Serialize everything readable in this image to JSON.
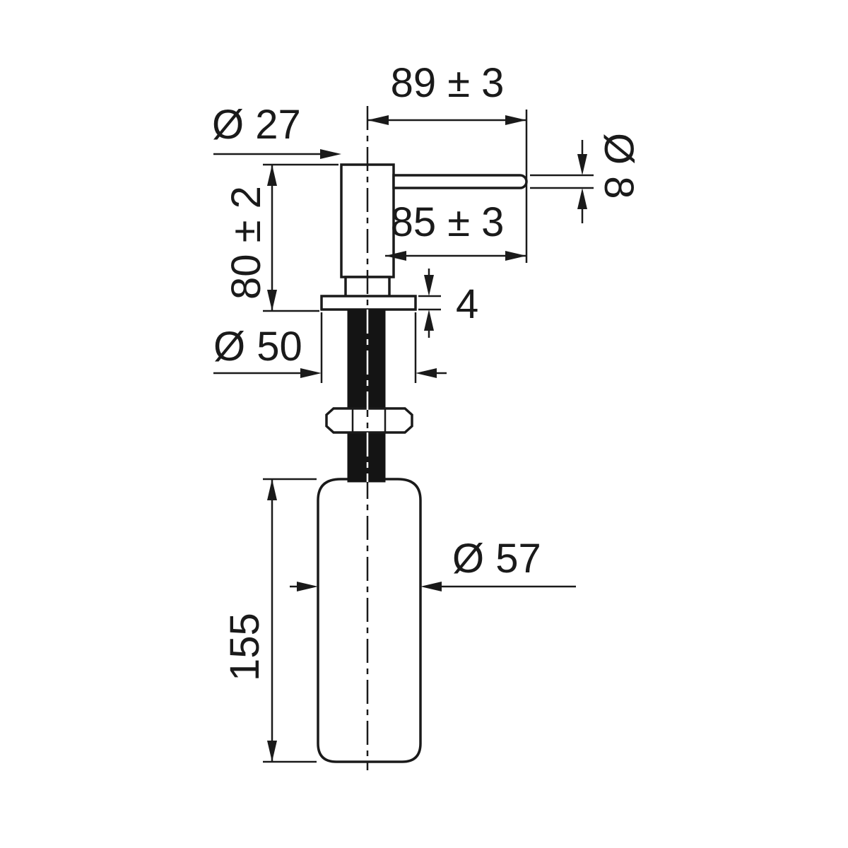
{
  "drawing": {
    "labels": {
      "pump_head_diameter": "Ø 27",
      "spout_reach_upper": "89 ± 3",
      "spout_tube_diameter": "Ø 8",
      "body_height": "80 ± 2",
      "spout_reach_lower": "85 ± 3",
      "flange_thickness": "4",
      "flange_diameter": "Ø 50",
      "bottle_diameter": "Ø 57",
      "bottle_height": "155"
    },
    "colors": {
      "line": "#1a1a1a",
      "background": "#ffffff"
    }
  }
}
